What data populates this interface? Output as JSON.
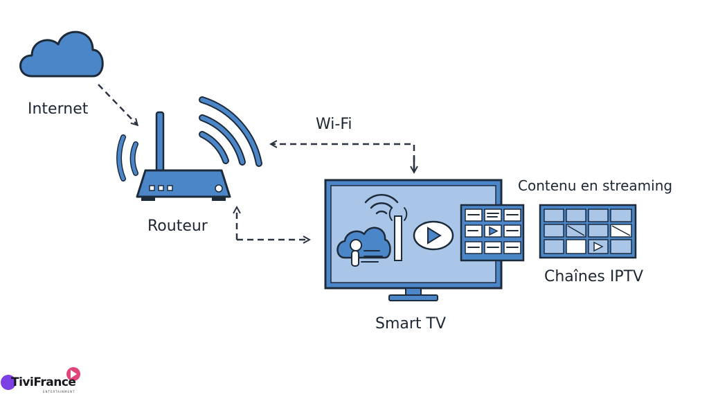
{
  "labels": {
    "internet": "Internet",
    "router": "Routeur",
    "wifi": "Wi-Fi",
    "smart_tv": "Smart TV",
    "streaming": "Contenu en streaming",
    "iptv": "Chaînes IPTV"
  },
  "logo": {
    "brand": "TiviFrance",
    "tagline": "ENTERTAINMENT"
  },
  "colors": {
    "primary": "#4a86c8",
    "light": "#a9c6e8",
    "outline": "#1d2a3a",
    "arrow": "#2a3342"
  }
}
